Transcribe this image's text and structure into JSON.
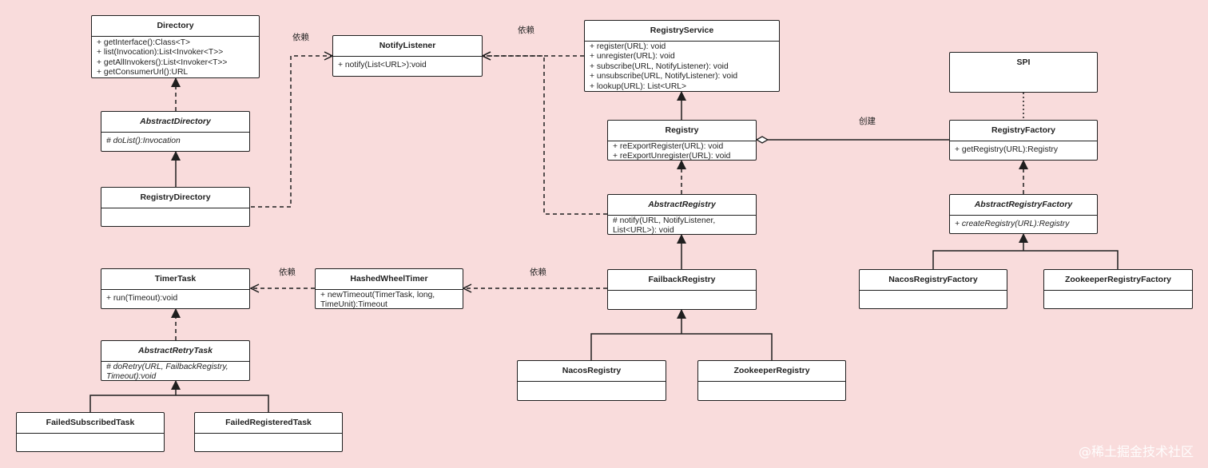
{
  "classes": {
    "directory": {
      "name": "Directory",
      "members": [
        "+ getInterface():Class<T>",
        "+ list(Invocation):List<Invoker<T>>",
        "+ getAllInvokers():List<Invoker<T>>",
        "+ getConsumerUrl():URL"
      ]
    },
    "abstract_directory": {
      "name": "AbstractDirectory",
      "members": [
        "# doList():Invocation"
      ]
    },
    "registry_directory": {
      "name": "RegistryDirectory",
      "members": []
    },
    "notify_listener": {
      "name": "NotifyListener",
      "members": [
        "+ notify(List<URL>):void"
      ]
    },
    "registry_service": {
      "name": "RegistryService",
      "members": [
        "+ register(URL): void",
        "+ unregister(URL): void",
        "+ subscribe(URL, NotifyListener): void",
        "+ unsubscribe(URL, NotifyListener): void",
        "+ lookup(URL): List<URL>"
      ]
    },
    "registry": {
      "name": "Registry",
      "members": [
        "+ reExportRegister(URL): void",
        "+ reExportUnregister(URL): void"
      ]
    },
    "abstract_registry": {
      "name": "AbstractRegistry",
      "members": [
        "# notify(URL, NotifyListener,",
        "List<URL>): void"
      ]
    },
    "spi": {
      "name": "SPI",
      "members": []
    },
    "registry_factory": {
      "name": "RegistryFactory",
      "members": [
        "+ getRegistry(URL):Registry"
      ]
    },
    "abstract_registry_factory": {
      "name": "AbstractRegistryFactory",
      "members": [
        "+ createRegistry(URL):Registry"
      ]
    },
    "nacos_registry_factory": {
      "name": "NacosRegistryFactory",
      "members": []
    },
    "zookeeper_registry_factory": {
      "name": "ZookeeperRegistryFactory",
      "members": []
    },
    "timer_task": {
      "name": "TimerTask",
      "members": [
        "+ run(Timeout):void"
      ]
    },
    "abstract_retry_task": {
      "name": "AbstractRetryTask",
      "members": [
        "# doRetry(URL, FailbackRegistry,",
        "Timeout):void"
      ]
    },
    "failed_subscribed_task": {
      "name": "FailedSubscribedTask",
      "members": []
    },
    "failed_registered_task": {
      "name": "FailedRegisteredTask",
      "members": []
    },
    "hashed_wheel_timer": {
      "name": "HashedWheelTimer",
      "members": [
        "+ newTimeout(TimerTask, long,",
        "TimeUnit):Timeout"
      ]
    },
    "failback_registry": {
      "name": "FailbackRegistry",
      "members": []
    },
    "nacos_registry": {
      "name": "NacosRegistry",
      "members": []
    },
    "zookeeper_registry": {
      "name": "ZookeeperRegistry",
      "members": []
    }
  },
  "relation_labels": {
    "dep_notify": "依赖",
    "dep_service": "依赖",
    "create": "创建",
    "dep_timer": "依赖",
    "dep_failback": "依赖"
  },
  "watermark": "@稀土掘金技术社区",
  "colors": {
    "background": "#f9dcdc",
    "line": "#1f1f1f",
    "box": "#ffffff"
  }
}
